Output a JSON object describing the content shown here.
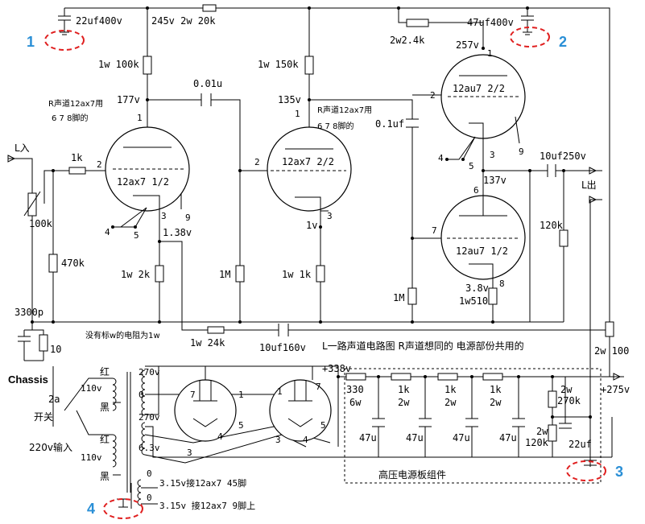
{
  "labels": {
    "c_top_left": "22uf400v",
    "r_top": "245v 2w 20k",
    "r1": "1w 100k",
    "r2": "1w 150k",
    "v177": "177v",
    "v135": "135v",
    "c001": "0.01u",
    "note_r1a": "R声道12ax7用",
    "note_r1b": "6 7 8脚的",
    "note_r2a": "R声道12ax7用",
    "note_r2b": "6 7 8脚的",
    "t1_name": "12ax7 1/2",
    "t2_name": "12ax7 2/2",
    "t3_name": "12au7 2/2",
    "t4_name": "12au7 1/2",
    "l_in": "L入",
    "r_1k": "1k",
    "r_100k": "100k",
    "r_470k": "470k",
    "r_2k": "1w  2k",
    "r_1M": "1M",
    "r_1k2": "1w  1k",
    "v138": "1.38v",
    "v1": "1v",
    "r_24k": "1w  24k",
    "c_10uf160": "10uf160v",
    "note_w": "没有标w的电阻为1w",
    "title": "L一路声道电路图 R声道想同的  电源部份共用的",
    "c3300": "3300p",
    "r10": "10",
    "chassis": "Chassis",
    "r_2w24k": "2w2.4k",
    "c_47uf400": "47uf400v",
    "v257": "257v",
    "c01uf": "0.1uf",
    "c10uf250": "10uf250v",
    "v137": "137v",
    "l_out": "L出",
    "r_120k": "120k",
    "r_1M2": "1M",
    "v38": "3.8v",
    "r_510": "1w510",
    "r_2w100": "2w  100",
    "v338": "+338v",
    "v275": "+275v",
    "tr_270a": "270v",
    "tr_0": "0",
    "tr_270b": "270v",
    "tr_63": "6.3v",
    "tr_110a": "110v",
    "tr_110b": "110v",
    "red1": "红",
    "black1": "黑",
    "red2": "红",
    "black2": "黑",
    "fuse": "2a",
    "switch": "开关",
    "mains": "220v输入",
    "r330": "330",
    "r330w": "6w",
    "r1k_a": "1k",
    "r1k_aw": "2w",
    "r1k_b": "1k",
    "r1k_bw": "2w",
    "r1k_c": "1k",
    "r1k_cw": "2w",
    "c47a": "47u",
    "c47b": "47u",
    "c47c": "47u",
    "c47d": "47u",
    "r2w270": "2w",
    "r2w270v": "270k",
    "r2w120": "2w",
    "r2w120v": "120k",
    "c22uf": "22uf",
    "hv_board": "高压电源板组件",
    "fil1_0": "0",
    "fil1": "3.15v接12ax7 45脚",
    "fil2_0": "0",
    "fil2": "3.15v 接12ax7 9脚上",
    "m1": "1",
    "m2": "2",
    "m3": "3",
    "m4": "4"
  }
}
